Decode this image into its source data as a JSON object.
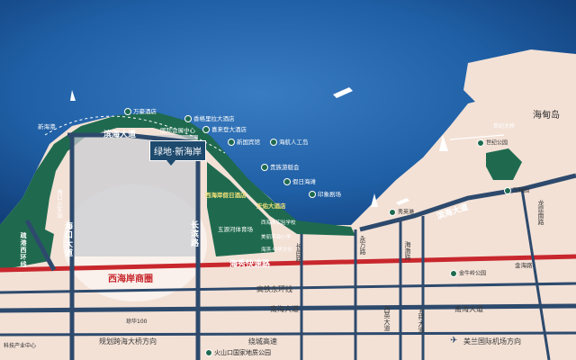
{
  "project": {
    "name": "绿地·新海岸"
  },
  "sea_labels": {
    "bay": "海甸岛",
    "bridge": "世纪大桥"
  },
  "roads": {
    "binhai_top": "滨海大道",
    "binhai_right": "滨海大道",
    "haixiu": "海秀快速路",
    "gaotie": "高铁东环线",
    "nanhai_left": "南海大道",
    "nanhai_right": "南海大道",
    "haikou_ave": "海口大道",
    "changbin": "长滨路",
    "huanhai": "疏港西环线",
    "changyi": "长邑路",
    "yongfang": "永万路",
    "haiming": "海渤路",
    "xiying": "西英大道",
    "wuxiang": "五祥大道",
    "longkun": "龙昆南路",
    "jinyang": "金海路",
    "raocheng": "绕城高速",
    "bridge_dir": "规划跨海大桥方向",
    "airport_dir": "美兰国际机场方向"
  },
  "pois": {
    "wanfeng_hotel": "万豪酒店",
    "shangri_la": "香格里拉大酒店",
    "kaisa": "喜来登大酒店",
    "new_harbor": "新国宾馆",
    "conference": "国际会展中心",
    "haihang_island": "海航人工岛",
    "xinhai_port": "新海港",
    "haikou_station": "海口火车站",
    "guibin": "贵族游艇会",
    "jiari_beach": "假日海滩",
    "yinxiang": "印象剧场",
    "xihai_resort": "西海岸假日酒店",
    "tianfu": "天佑大酒店",
    "wuyuan": "五源河体育场",
    "xihai_school": "西海岸实验学校",
    "meishi_school": "美丽滨海小学",
    "haibin_park": "海滨·中学文化",
    "century_park": "世纪公园",
    "wanlv": "万绿园",
    "xiuying_port": "秀英港",
    "jinniuling": "金牛岭公园",
    "volcano": "火山口国家地质公园",
    "yuqin": "琼华100",
    "industry": "科技产业中心",
    "mall": "西海岸商圈"
  },
  "colors": {
    "sea": "#1f5fa5",
    "green": "#1f6a4f",
    "land": "#f3e1d6",
    "road": "#2d4a6d",
    "express": "#c8272d"
  },
  "icons": [
    "boat-icon",
    "sailboat-icon",
    "airplane-icon",
    "landmark-pin-icon"
  ]
}
